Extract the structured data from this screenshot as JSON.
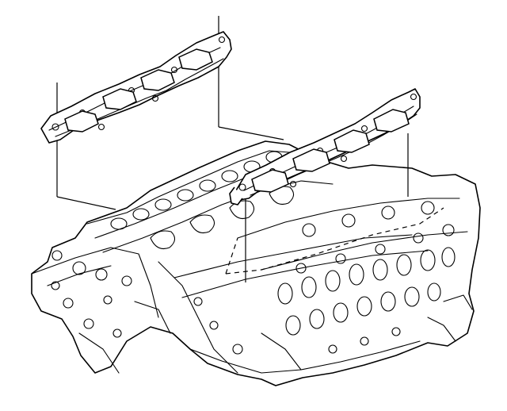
{
  "diagram": {
    "kind": "exploded line drawing",
    "subject_parts": [
      "intake-manifold-gasket-left",
      "intake-manifold-gasket-right",
      "v8-cylinder-head-assembly"
    ],
    "colors": {
      "ink": "#000000",
      "background": "#ffffff"
    }
  }
}
